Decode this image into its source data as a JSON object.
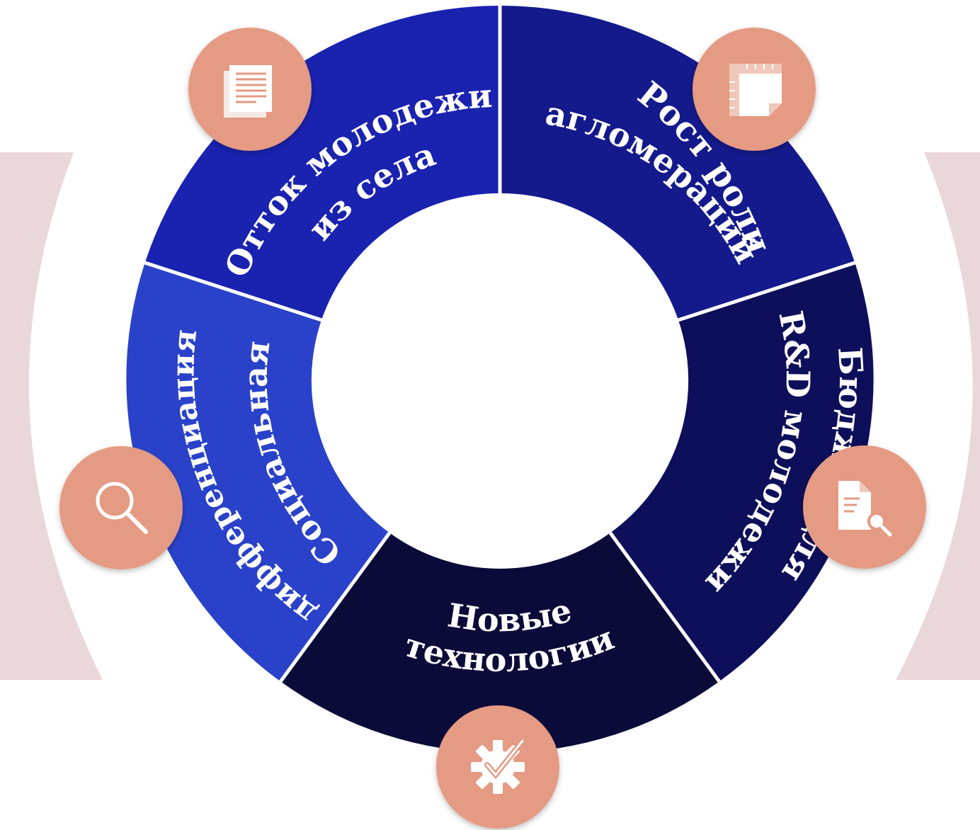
{
  "diagram": {
    "segments": [
      {
        "id": "rural-youth",
        "line1": "Отток молодежи",
        "line2": "из села",
        "color": "#1a22b0",
        "icon": "document-icon"
      },
      {
        "id": "agglomerations",
        "line1": "Рост роли",
        "line2": "агломераций",
        "color": "#141a8c",
        "icon": "ruler-notes-icon"
      },
      {
        "id": "rd-budget",
        "line1": "Бюджет для",
        "line2": "R&D молодежи",
        "color": "#0e0f5a",
        "icon": "file-search-icon"
      },
      {
        "id": "new-tech",
        "line1": "Новые",
        "line2": "технологии",
        "color": "#0b0b3a",
        "icon": "gear-check-icon"
      },
      {
        "id": "social-diff",
        "line1": "Социальная",
        "line2": "дифференциация",
        "color": "#2a42c9",
        "icon": "search-icon"
      }
    ],
    "icon_circle_color": "#e59a83",
    "side_band_color": "#ead7d9"
  }
}
